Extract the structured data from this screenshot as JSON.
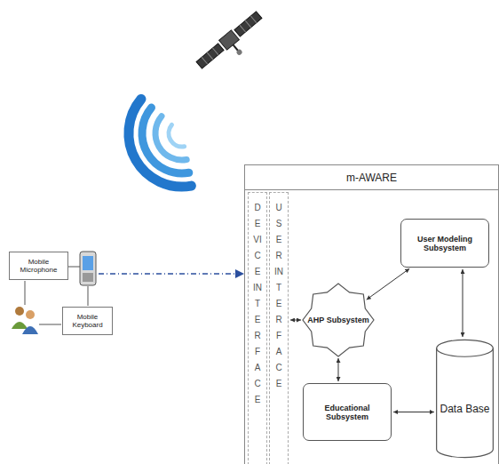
{
  "diagram": {
    "nodes": [
      {
        "text": [
          "m-AWARE"
        ]
      },
      {
        "text": [
          "DEVICE INTERFACE"
        ],
        "in": 0
      },
      {
        "text": [
          "USER INTERFACE"
        ],
        "in": 0
      },
      {
        "text": [
          "User Modeling Subsystem"
        ],
        "in": 0
      },
      {
        "text": [
          "AHP Subsystem"
        ],
        "in": 0
      },
      {
        "text": [
          "Educational Subsystem"
        ],
        "in": 0
      },
      {
        "text": [
          "Data Base"
        ],
        "in": 0
      },
      {
        "text": [
          "Mobile Microphone"
        ]
      },
      {
        "text": [
          "Mobile Keyboard"
        ]
      }
    ],
    "edges": [
      {
        "from": 4,
        "to": 3,
        "arrow": "both"
      },
      {
        "from": 2,
        "to": 4,
        "arrow": "both"
      },
      {
        "from": 4,
        "to": 5,
        "arrow": "both"
      },
      {
        "from": 5,
        "to": 6,
        "arrow": "both"
      },
      {
        "from": 6,
        "to": 3,
        "arrow": "both"
      }
    ]
  }
}
